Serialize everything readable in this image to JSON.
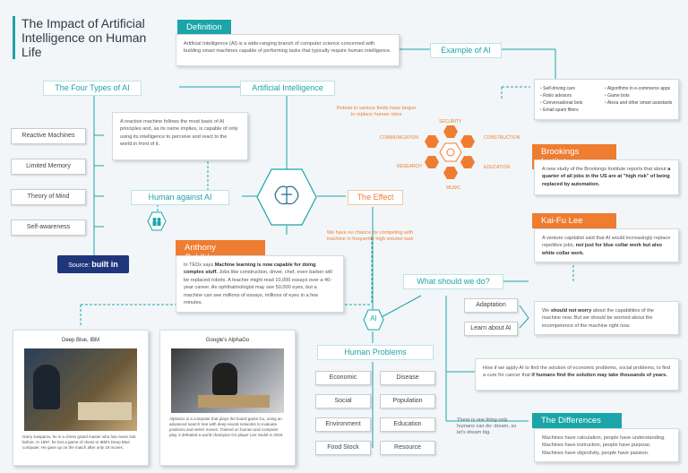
{
  "title": "The Impact of Artificial Intelligence on Human Life",
  "definition": {
    "tag": "Definition",
    "text": "Artificial Intelligence (AI) is a wide-ranging branch of computer science concerned with building smart machines capable of performing tasks that typically require human intelligence."
  },
  "example_of_ai": {
    "label": "Example of AI",
    "col1": [
      "Self-driving cars",
      "Robo advisors",
      "Conversational bots",
      "Email spam filters"
    ],
    "col2": [
      "Algorithms in e-commerce apps",
      "Game bots",
      "Alexa and other smart assistants"
    ]
  },
  "four_types": {
    "label": "The Four Types of AI",
    "items": [
      "Reactive Machines",
      "Limited Memory",
      "Theory of Mind",
      "Self-awareness"
    ],
    "reactive_text": "A reactive machine follows the most basic of AI principles and, as its name implies, is capable of only using its intelligence to perceive and react to the world in front of it."
  },
  "source": {
    "prefix": "Source:",
    "name": "built in"
  },
  "artificial_intelligence": "Artificial  Intelligence",
  "human_against_ai": "Human against AI",
  "the_effect": "The Effect",
  "robots_note": "Robots in various fields have begun to replace human roles",
  "effect_fields": {
    "security": "SECURITY",
    "construction": "CONSTRUCTION",
    "education": "EDUCATION",
    "music": "MUSIC",
    "research": "RESEARCH",
    "communication": "COMMUNICATION"
  },
  "brookings": {
    "tag": "Brookings Institute",
    "text_plain": "A new study of the Brookings Institute reports that about ",
    "text_bold": "a quarter of all jobs in the US are at \"high risk\" of being replaced by automation."
  },
  "kaifu": {
    "tag": "Kai-Fu Lee",
    "text_plain": "A venture capitalist said that AI would increasingly replace repetitive jobs, ",
    "text_bold": "not just for blue collar work but also white collar work."
  },
  "no_chance": "We have no chance for competing with machine in frequently high volume task",
  "anthony": {
    "tag": "Anthony Goldbloom",
    "t1": "In TEDx says ",
    "b1": "Machine learning is now capable for doing complex stuff.",
    "t2": " Jobs like construction, driver, chef, even barber will be replaced robots. A teacher might read 10,000 essays over a 40-year career. An ophthalmologist may see 50,000 eyes, but a machine can see millions of essays, millions of eyes in a few minutes."
  },
  "what_should": "What should we do?",
  "adaptation": "Adaptation",
  "learn_about_ai": "Learn about AI",
  "worry": {
    "t1": "We ",
    "b1": "should not worry",
    "t2": " about the capabilities of the machine now. But we should be worried about the incompetence of the machine right now."
  },
  "ai_node": "AI",
  "human_problems": {
    "label": "Human Problems",
    "left": [
      "Economic",
      "Social",
      "Environment",
      "Food Stock"
    ],
    "right": [
      "Disease",
      "Population",
      "Education",
      "Resource"
    ]
  },
  "apply_ai": {
    "t1": "How if we apply AI to find the solution of economic problems, social problems, to find a cure for cancer that ",
    "b1": "if humans find the solution may take thousands of years."
  },
  "one_thing": "There is one thing only humans can do: dream, so let's dream big.",
  "differences": {
    "tag": "The Differences",
    "text": "Machines have calculation, people have understanding. Machines have instruction, people have purpose. Machines have objectivity, people have passion."
  },
  "deep_blue": {
    "title": "Deep Blue, IBM",
    "caption": "Garry Kasparov, he is a chess grand master who has never lost before. In 1997, he lost a game of chess to IBM's Deep Blue computer. He gave up on the match after only 19 moves."
  },
  "alphago": {
    "title": "Google's AlphaGo",
    "caption": "AlphaGo is a computer that plays the board game Go, using an advanced search tree with deep neural networks to evaluate positions and select moves. Trained on human and computer play, it defeated a world champion Go player Lee Sedol in 2016."
  },
  "colors": {
    "teal": "#1aa5a8",
    "orange": "#ef7d31"
  }
}
